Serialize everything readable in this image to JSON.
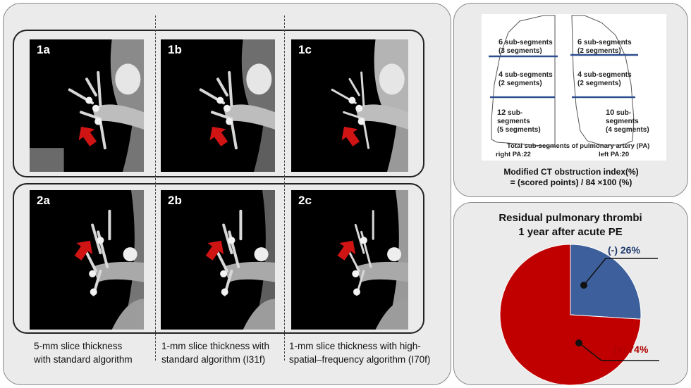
{
  "panels": {
    "row1": [
      "1a",
      "1b",
      "1c"
    ],
    "row2": [
      "2a",
      "2b",
      "2c"
    ]
  },
  "captions": [
    [
      "5-mm slice thickness",
      "with standard algorithm"
    ],
    [
      "1-mm slice thickness with",
      "standard algorithm (I31f)"
    ],
    [
      "1-mm slice thickness with high-",
      "spatial–frequency algorithm (I70f)"
    ]
  ],
  "lung_diagram": {
    "right": {
      "upper": {
        "count": "6",
        "unit": "sub-segments",
        "segments": "(3 segments)"
      },
      "middle": {
        "count": "4",
        "unit": "sub-segments",
        "segments": "(2 segments)"
      },
      "lower": {
        "count": "12",
        "unit": "sub-",
        "unit2": "segments",
        "segments": "(5 segments)"
      }
    },
    "left": {
      "upper": {
        "count": "6",
        "unit": "sub-segments",
        "segments": "(2 segments)"
      },
      "middle": {
        "count": "4",
        "unit": "sub-segments",
        "segments": "(2 segments)"
      },
      "lower": {
        "count": "10",
        "unit": "sub-",
        "unit2": "segments",
        "segments": "(4 segments)"
      }
    },
    "total_label": "Total sub-segments of pulmonary artery (PA)",
    "right_pa": "right PA:22",
    "left_pa": "left PA:20"
  },
  "formula": {
    "line1": "Modified CT obstruction index(%)",
    "line2": "=  (scored points) / 84  ×100 (%)"
  },
  "pie": {
    "title_line1": "Residual pulmonary thrombi",
    "title_line2": "1 year after acute PE",
    "slices": [
      {
        "label": "(-) 26%",
        "value": 26,
        "color": "#3d5f9b"
      },
      {
        "label": "(+) 74%",
        "value": 74,
        "color": "#c00000"
      }
    ]
  },
  "colors": {
    "arrow": "#d01414",
    "divider_line": "#2e4f8f"
  }
}
